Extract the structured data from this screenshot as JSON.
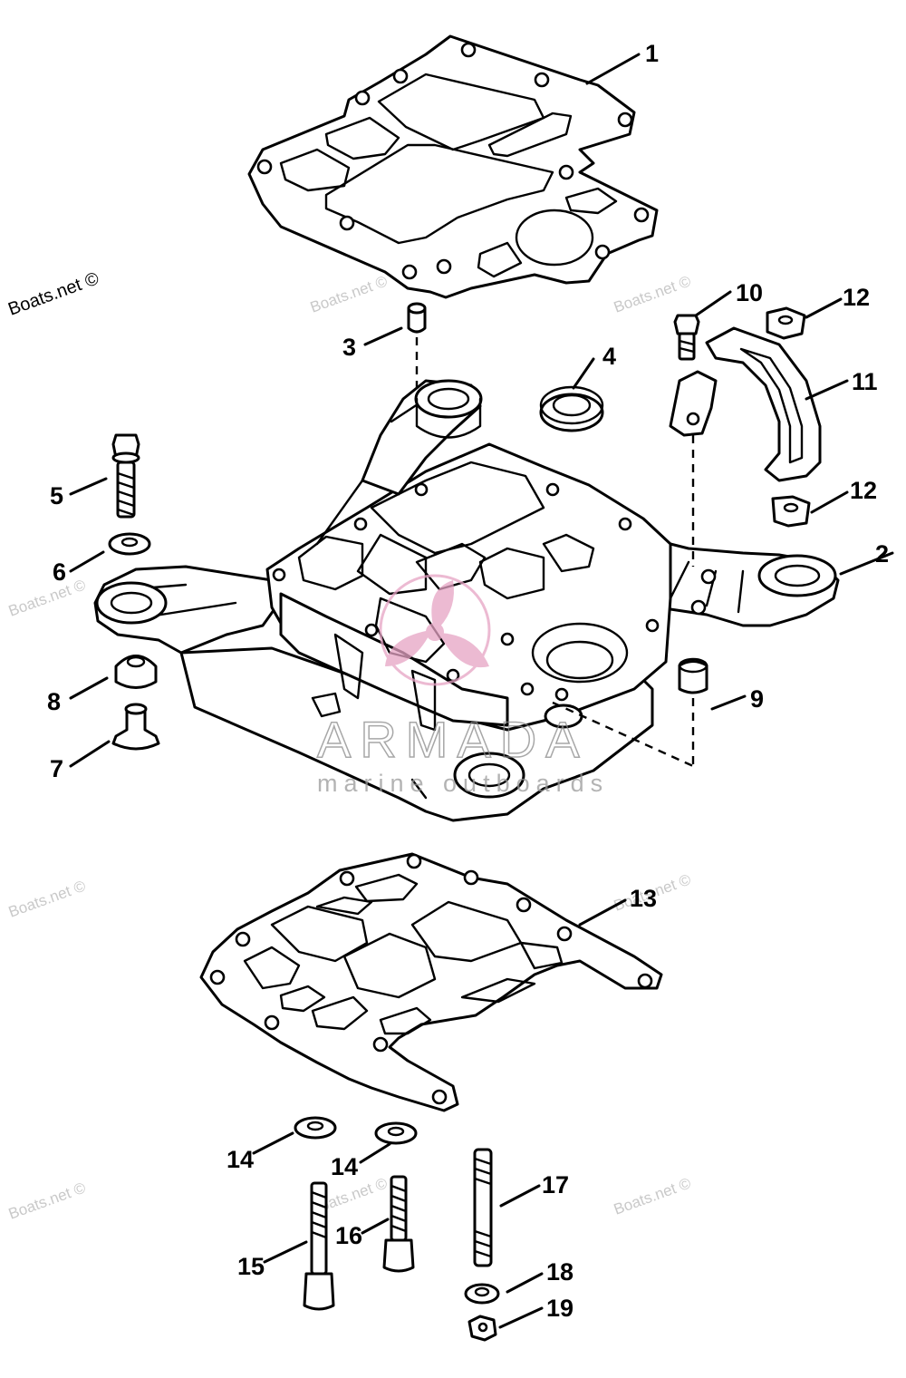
{
  "watermark": {
    "site": "Boats.net ©",
    "brand": "ARMADA",
    "brand_tagline": "marine outboards",
    "brand_color": "#e6a3c4"
  },
  "callouts": [
    "1",
    "2",
    "3",
    "4",
    "5",
    "6",
    "7",
    "8",
    "9",
    "10",
    "11",
    "12",
    "12",
    "13",
    "14",
    "14",
    "15",
    "16",
    "17",
    "18",
    "19"
  ]
}
